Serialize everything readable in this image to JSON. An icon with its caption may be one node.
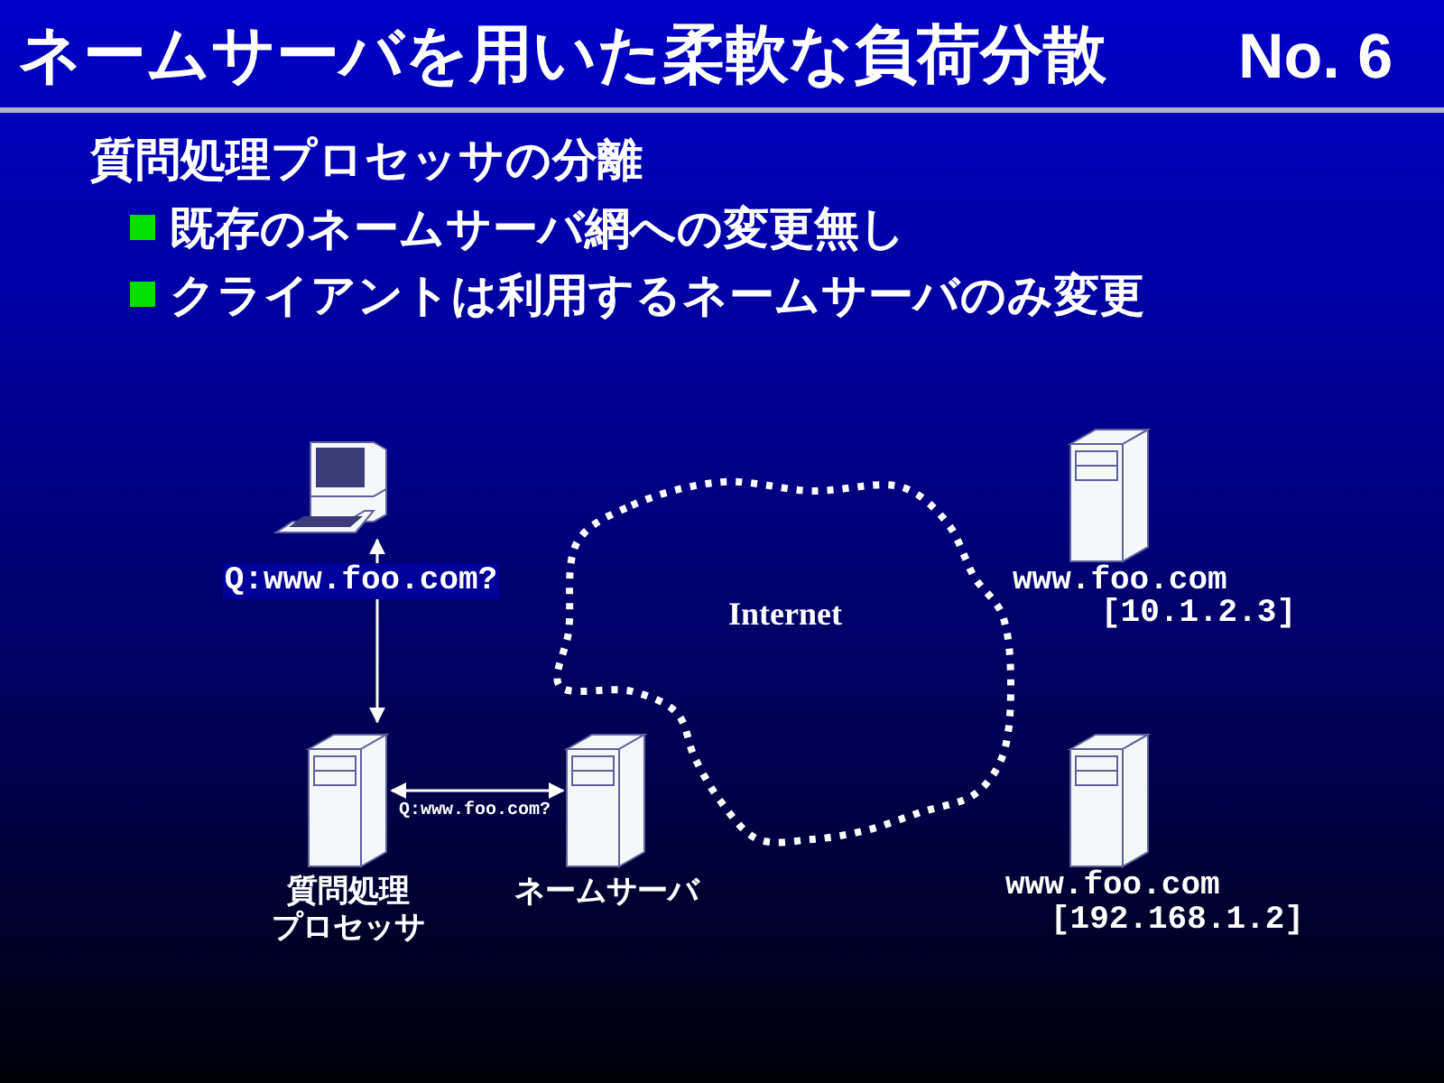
{
  "diagram": {
    "title": "ネームサーバを用いた柔軟な負荷分散",
    "nodes": [
      {
        "text": [],
        "shape": "picture"
      },
      {
        "text": [
          "質問処理プロセッサ"
        ]
      },
      {
        "text": [
          "ネームサーバ"
        ]
      },
      {
        "text": [
          "Internet"
        ]
      },
      {
        "text": [
          "www.foo.com",
          "[10.1.2.3]"
        ]
      },
      {
        "text": [
          "www.foo.com",
          "[192.168.1.2]"
        ]
      }
    ],
    "edges": [
      {
        "from": 0,
        "to": 1,
        "arrow": "both",
        "label": "Q:www.foo.com?"
      },
      {
        "from": 1,
        "to": 2,
        "arrow": "both",
        "label": "Q:www.foo.com?"
      }
    ],
    "labels": [
      "No. 6",
      "質問処理プロセッサの分離",
      "既存のネームサーバ網への変更無し",
      "クライアントは利用するネームサーバのみ変更"
    ]
  }
}
